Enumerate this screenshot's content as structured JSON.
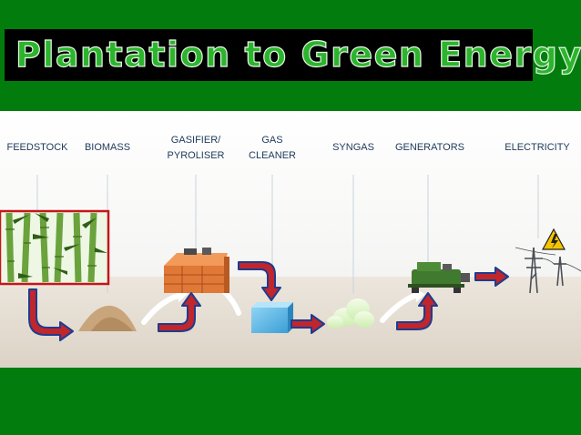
{
  "title": "Plantation to Green Energy",
  "stages": [
    {
      "label": "FEEDSTOCK"
    },
    {
      "label": "BIOMASS"
    },
    {
      "label": "GASIFIER/\nPYROLISER"
    },
    {
      "label": "GAS\nCLEANER"
    },
    {
      "label": "SYNGAS"
    },
    {
      "label": "GENERATORS"
    },
    {
      "label": "ELECTRICITY"
    }
  ],
  "icons": {
    "feedstock": "bamboo-plantation-image",
    "biomass": "biomass-pile-icon",
    "gasifier": "gasifier-furnace-icon",
    "cleaner": "gas-cleaner-box-icon",
    "syngas": "syngas-cloud-icon",
    "generator": "generator-icon",
    "electricity": "power-pylon-icon",
    "warning": "high-voltage-warning-icon"
  },
  "colors": {
    "background": "#037c0e",
    "title_text": "#2cb52c",
    "arrow_fill": "#c0262b",
    "arrow_outline": "#1f3b8f"
  }
}
